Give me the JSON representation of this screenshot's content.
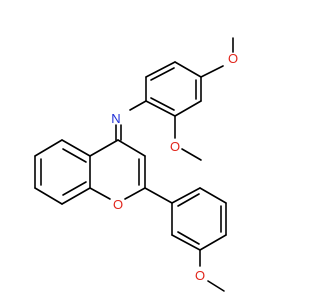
{
  "molecule": {
    "atoms": {
      "imine_n": "N",
      "ring_o": "O",
      "methoxy_o_top": "O",
      "methoxy_o_ortho": "O",
      "methoxy_o_para_phenyl": "O"
    },
    "colors": {
      "bond": "#000000",
      "nitrogen": "#1f2fd6",
      "oxygen": "#e1261c",
      "background": "#ffffff"
    }
  }
}
